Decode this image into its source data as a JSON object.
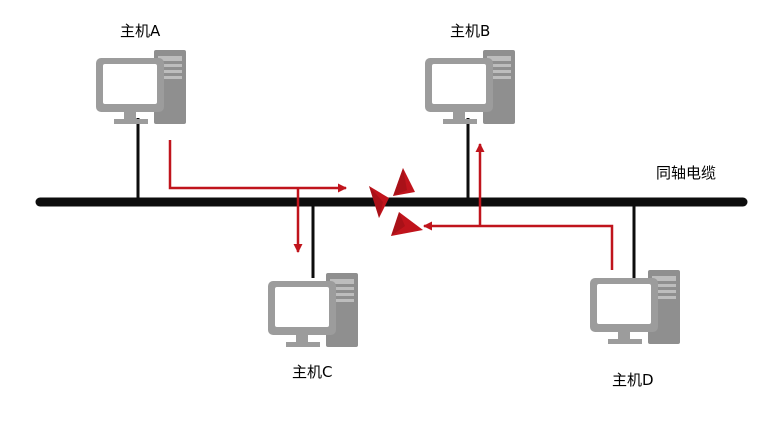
{
  "hosts": [
    {
      "id": "a",
      "label": "主机A"
    },
    {
      "id": "b",
      "label": "主机B"
    },
    {
      "id": "c",
      "label": "主机C"
    },
    {
      "id": "d",
      "label": "主机D"
    }
  ],
  "cable": {
    "label": "同轴电缆"
  },
  "colors": {
    "computer": "#9c9c9c",
    "cable": "#0d0d0d",
    "signal": "#c0141c"
  },
  "icons": {
    "host": "desktop-computer-icon",
    "collision": "collision-burst-icon"
  }
}
